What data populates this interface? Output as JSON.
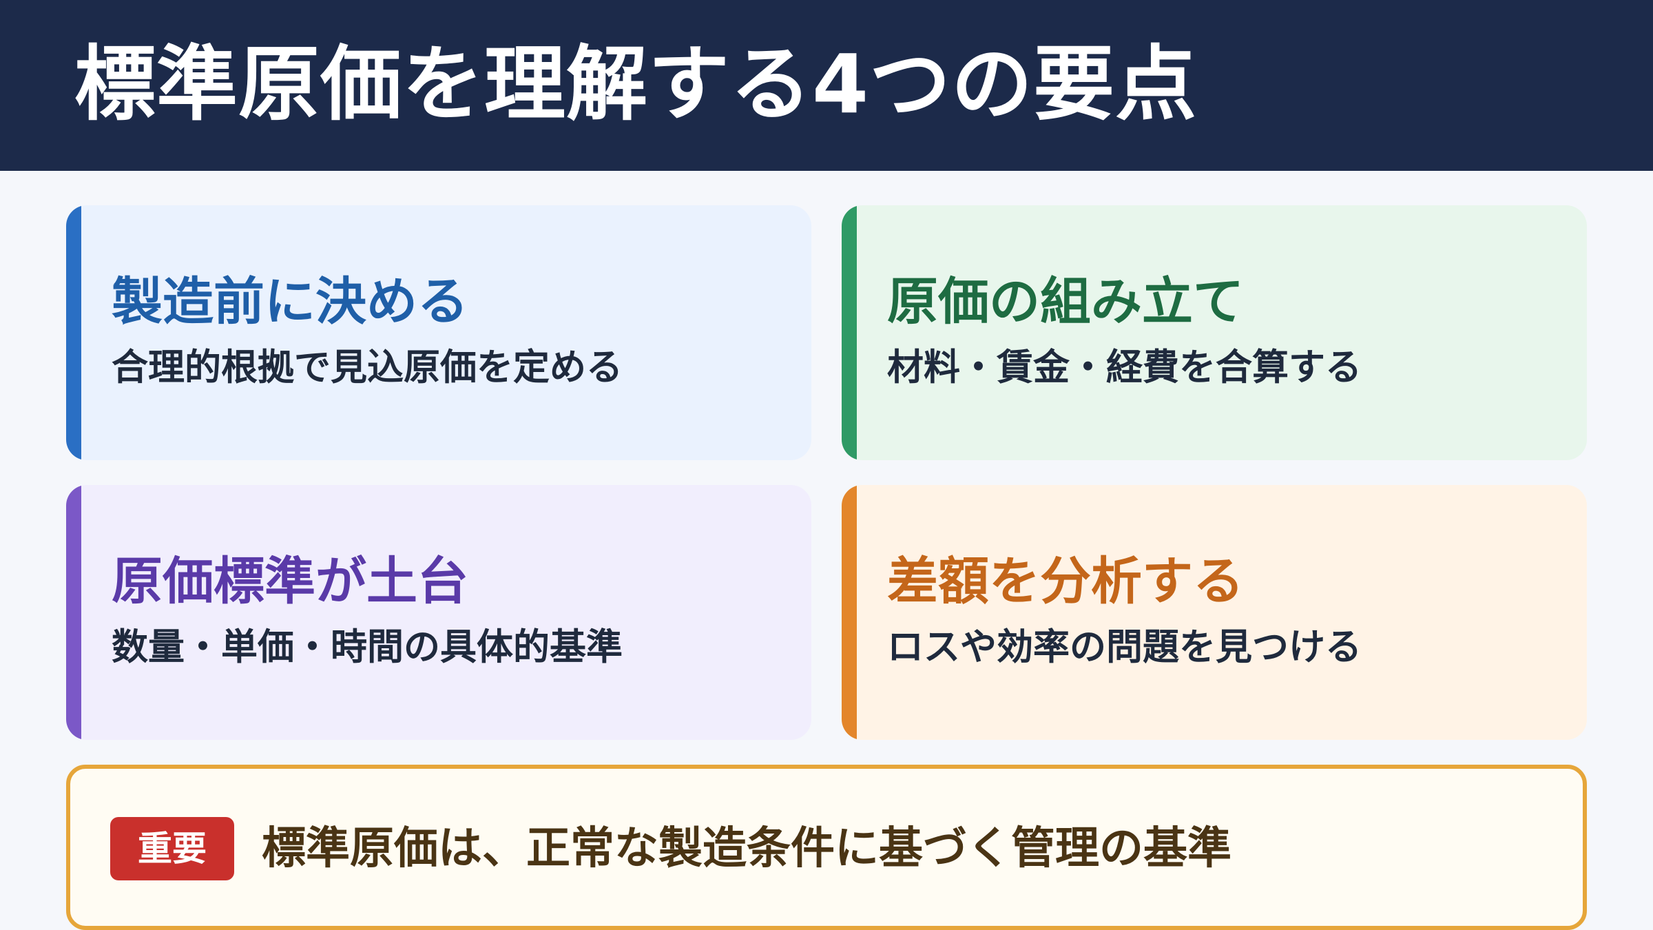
{
  "header": {
    "title": "標準原価を理解する4つの要点"
  },
  "cards": [
    {
      "title": "製造前に決める",
      "description": "合理的根拠で見込原価を定める",
      "accent_color": "#2a6fc4"
    },
    {
      "title": "原価の組み立て",
      "description": "材料・賃金・経費を合算する",
      "accent_color": "#2f9a65"
    },
    {
      "title": "原価標準が土台",
      "description": "数量・単価・時間の具体的基準",
      "accent_color": "#7b58c7"
    },
    {
      "title": "差額を分析する",
      "description": "ロスや効率の問題を見つける",
      "accent_color": "#e3862b"
    }
  ],
  "note": {
    "badge": "重要",
    "text": "標準原価は、正常な製造条件に基づく管理の基準",
    "border_color": "#e6a63a",
    "badge_color": "#c9302c"
  },
  "colors": {
    "header_background": "#1c2a4a",
    "page_background": "#f5f7fb"
  }
}
